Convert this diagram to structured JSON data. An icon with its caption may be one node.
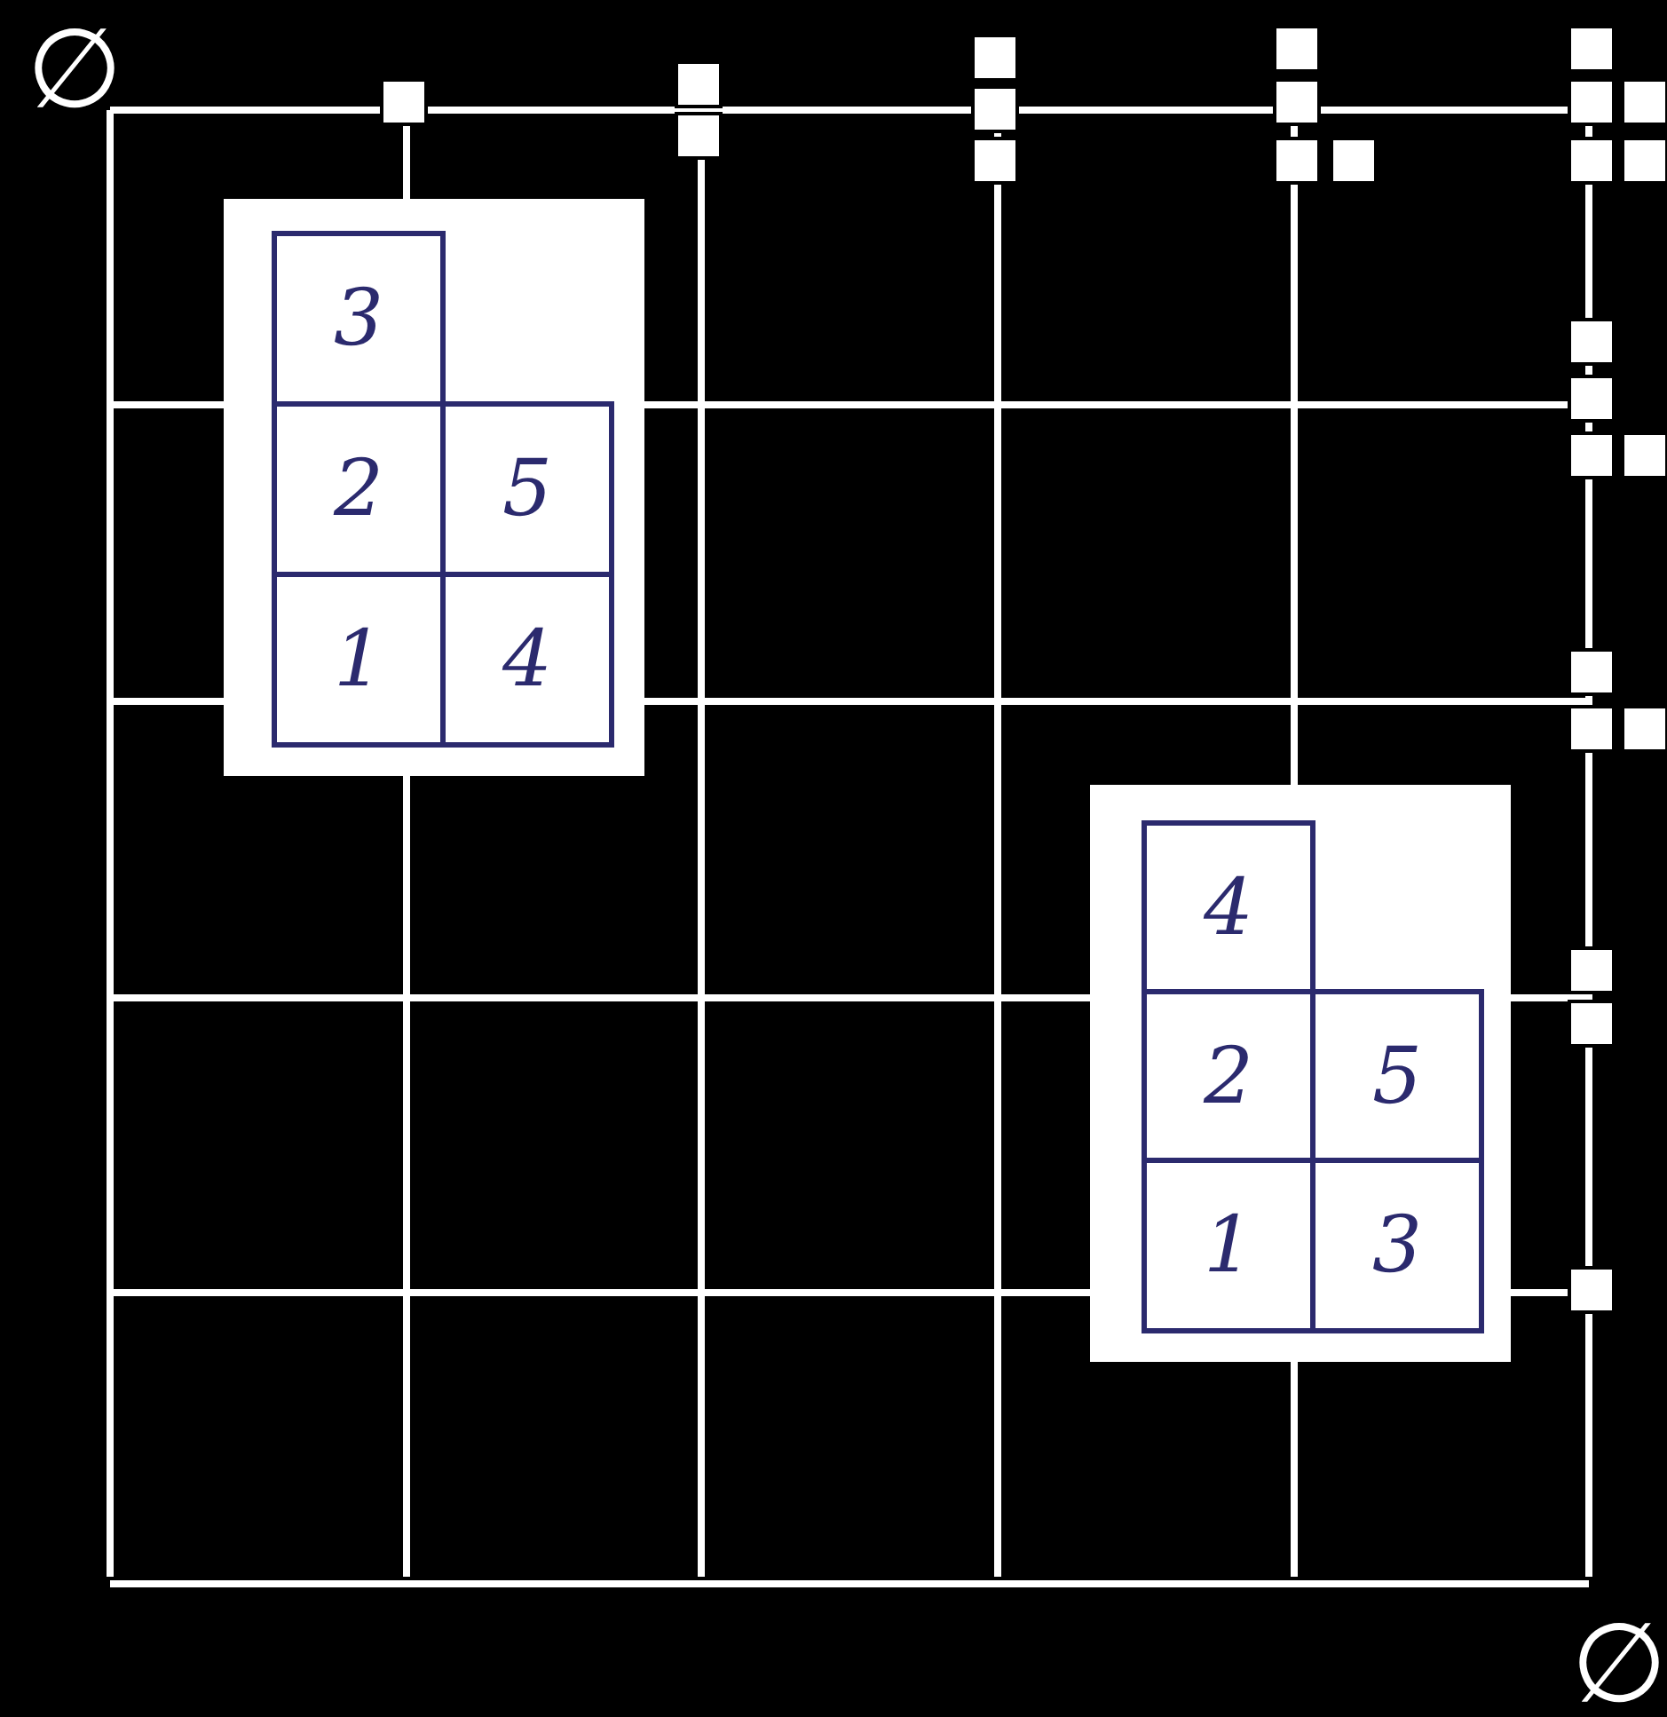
{
  "diagram": {
    "labels": [
      "∅",
      "3",
      "2",
      "5",
      "1",
      "4",
      "4",
      "2",
      "5",
      "1",
      "3",
      "∅"
    ]
  }
}
